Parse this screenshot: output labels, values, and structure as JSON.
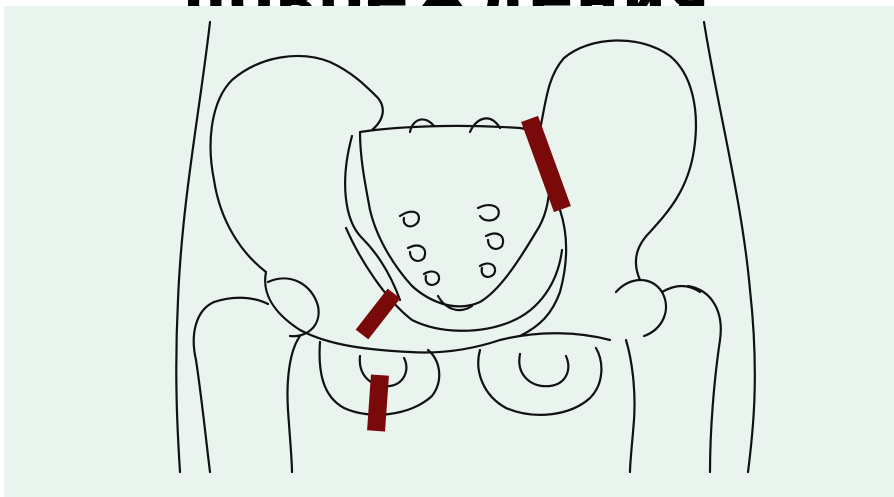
{
  "title": "повреждения",
  "colors": {
    "background": "#e9f4ef",
    "outline": "#111111",
    "fracture_marker": "#7a0a0a"
  },
  "illustration": {
    "subject": "pelvis-line-drawing",
    "fracture_markers": 3
  }
}
